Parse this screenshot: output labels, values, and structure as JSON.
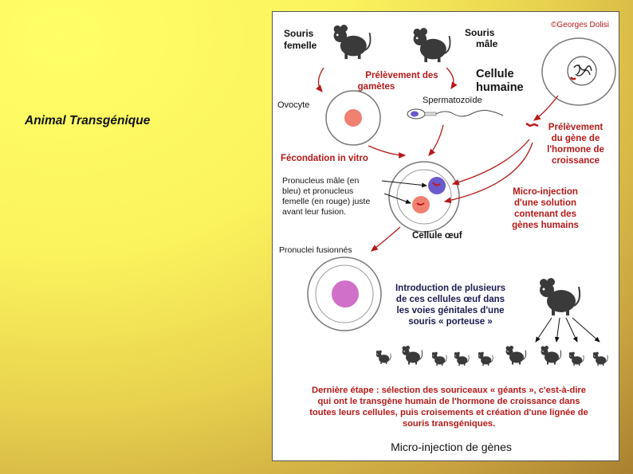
{
  "slide": {
    "title": "Animal Transgénique"
  },
  "diagram": {
    "copyright": "©Georges Dolisi",
    "female_mouse": [
      "Souris",
      "femelle"
    ],
    "male_mouse": [
      "Souris",
      "mâle"
    ],
    "human_cell": [
      "Cellule",
      "humaine"
    ],
    "gamete_sampling": [
      "Prélèvement des",
      "gamètes"
    ],
    "ovocyte": "Ovocyte",
    "spermatozoide": "Spermatozoïde",
    "gene_sampling": [
      "Prélèvement",
      "du gène de",
      "l'hormone de",
      "croissance"
    ],
    "fecondation": "Fécondation in vitro",
    "pronucleus_note": [
      "Pronucleus mâle (en",
      "bleu) et pronucleus",
      "femelle (en rouge) juste",
      "avant leur fusion."
    ],
    "micro_injection": [
      "Micro-injection",
      "d'une solution",
      "contenant des",
      "gènes humains"
    ],
    "egg_cell": "Cellule œuf",
    "pronuclei_fused": "Pronuclei fusionnés",
    "introduction": [
      "Introduction de plusieurs",
      "de ces cellules œuf dans",
      "les voies génitales d'une",
      "souris « porteuse »"
    ],
    "last_step": [
      "Dernière étape : sélection des souriceaux « géants », c'est-à-dire",
      "qui ont le transgène humain de l'hormone de croissance dans",
      "toutes leurs cellules, puis croisements et création d'une lignée de",
      "souris transgéniques."
    ],
    "caption": "Micro-injection de gènes"
  },
  "colors": {
    "red_text": "#b51919",
    "ovum_fill": "#f08070",
    "fused_fill": "#d070c8",
    "pronucleus_blue": "#6a5acd"
  }
}
